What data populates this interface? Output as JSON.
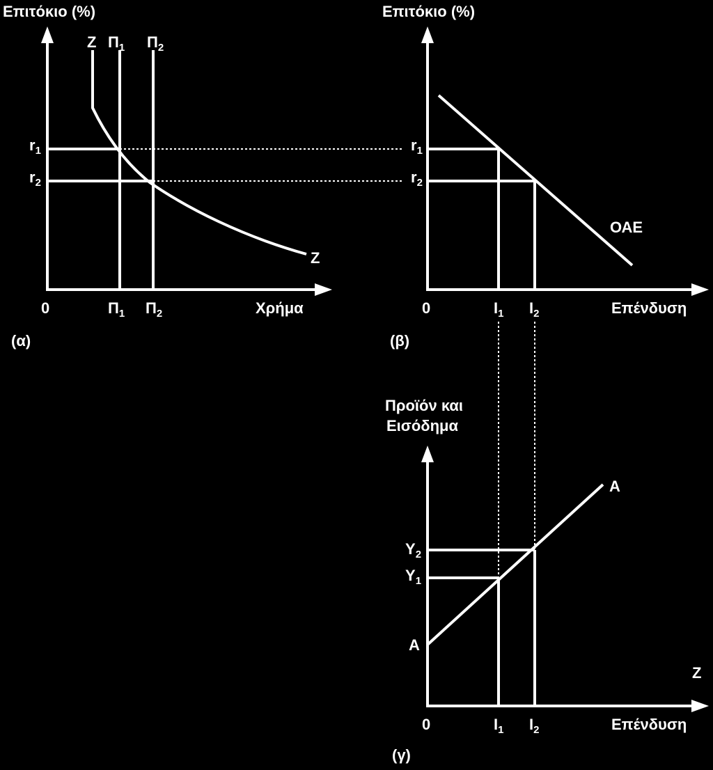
{
  "colors": {
    "background": "#000000",
    "foreground": "#ffffff"
  },
  "panel_a": {
    "y_axis_label": "Επιτόκιο (%)",
    "x_axis_label": "Χρήμα",
    "origin": "0",
    "curve_label_top": "Z",
    "curve_label_end": "Z",
    "supply_1": {
      "main": "Π",
      "sub": "1"
    },
    "supply_2": {
      "main": "Π",
      "sub": "2"
    },
    "rate_1": {
      "main": "r",
      "sub": "1"
    },
    "rate_2": {
      "main": "r",
      "sub": "2"
    },
    "tick_1": {
      "main": "Π",
      "sub": "1"
    },
    "tick_2": {
      "main": "Π",
      "sub": "2"
    },
    "caption": "(α)"
  },
  "panel_b": {
    "y_axis_label": "Επιτόκιο (%)",
    "x_axis_label": "Επένδυση",
    "origin": "0",
    "curve_label": "ΟΑΕ",
    "rate_1": {
      "main": "r",
      "sub": "1"
    },
    "rate_2": {
      "main": "r",
      "sub": "2"
    },
    "inv_1": {
      "main": "I",
      "sub": "1"
    },
    "inv_2": {
      "main": "I",
      "sub": "2"
    },
    "caption": "(β)"
  },
  "panel_c": {
    "y_axis_label_line1": "Προϊόν και",
    "y_axis_label_line2": "Εισόδημα",
    "x_axis_label": "Επένδυση",
    "origin": "0",
    "line_label_start": "A",
    "line_label_end": "A",
    "corner_label": "Z",
    "y_1": {
      "main": "Y",
      "sub": "1"
    },
    "y_2": {
      "main": "Y",
      "sub": "2"
    },
    "inv_1": {
      "main": "I",
      "sub": "1"
    },
    "inv_2": {
      "main": "I",
      "sub": "2"
    },
    "caption": "(γ)"
  }
}
